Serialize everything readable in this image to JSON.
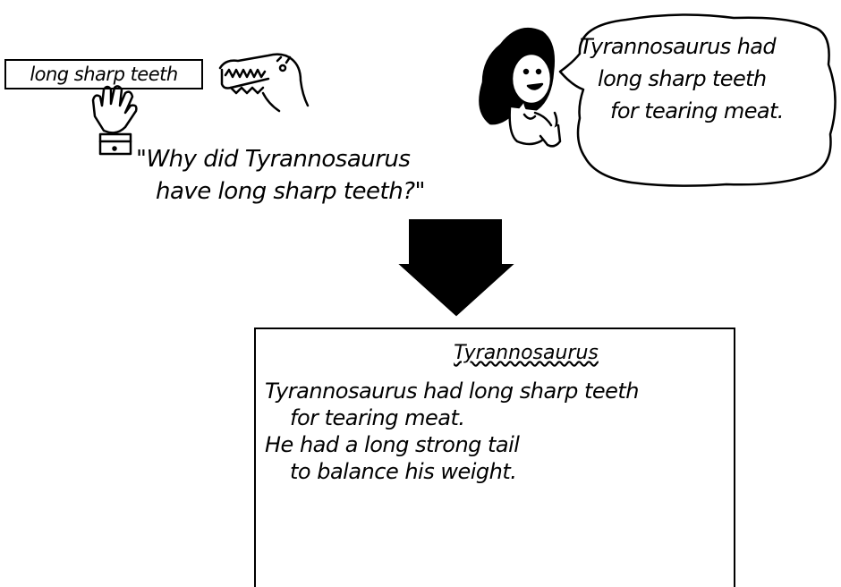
{
  "keyword": "long sharp teeth",
  "question": {
    "line1": "\"Why did Tyrannosaurus",
    "line2": "have long sharp teeth?\""
  },
  "speech_bubble": {
    "line1": "Tyrannosaurus had",
    "line2": "long sharp teeth",
    "line3": "for tearing meat."
  },
  "document": {
    "title": "Tyrannosaurus",
    "lines": [
      "Tyrannosaurus had long sharp teeth",
      "for tearing meat.",
      "He had a long strong tail",
      "to balance his weight."
    ]
  },
  "colors": {
    "ink": "#000000",
    "paper": "#ffffff"
  },
  "icons": [
    "hand-pointing-icon",
    "dinosaur-head-icon",
    "girl-icon",
    "down-arrow-icon"
  ]
}
